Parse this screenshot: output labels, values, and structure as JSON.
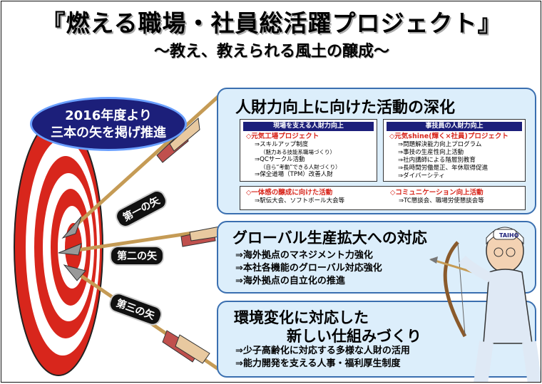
{
  "header": {
    "title": "『燃える職場・社員総活躍プロジェクト』",
    "subtitle": "〜教え、教えられる風土の醸成〜"
  },
  "intro_badge": {
    "line1": "2016年度より",
    "line2": "三本の矢を掲げ推進"
  },
  "arrows": {
    "first": "第一の矢",
    "second": "第二の矢",
    "third": "第三の矢"
  },
  "panel1": {
    "title": "人財力向上に向けた活動の深化",
    "left_box": {
      "header": "現場を支える人財力向上",
      "project": "◇元気工場プロジェクト",
      "items": [
        {
          "text": "⇒スキルアップ制度",
          "note": "（魅力ある技能系職場づくり）"
        },
        {
          "text": "⇒QCサークル活動",
          "note": "（自ら“考動”できる人財づくり）"
        },
        {
          "text": "⇒保全道場（TPM）改善人財",
          "note": ""
        }
      ]
    },
    "right_box": {
      "header": "事技員の人財力向上",
      "project": "◇元気shine(輝く×社員)プロジェクト",
      "items": [
        "⇒問題解決能力向上プログラム",
        "⇒事技の生産性向上活動",
        "⇒社内講師による階層別教育",
        "⇒長時間労働是正、年休取得促進",
        "⇒ダイバーシティ"
      ]
    },
    "bottom_box": {
      "left_title": "◇一体感の醸成に向けた活動",
      "left_item": "⇒駅伝大会、ソフトボール大会等",
      "right_title": "◇コミュニケーション向上活動",
      "right_item": "⇒TC懇談会、職場労使懇談会等"
    }
  },
  "panel2": {
    "title": "グローバル生産拡大への対応",
    "items": [
      "⇒海外拠点のマネジメント力強化",
      "⇒本社各機能のグローバル対応強化",
      "⇒海外拠点の自立化の推進"
    ]
  },
  "panel3": {
    "title_line1": "環境変化に対応した",
    "title_line2": "新しい仕組みづくり",
    "items": [
      "⇒少子高齢化に対応する多様な人財の活用",
      "⇒能力開発を支える人事・福利厚生制度"
    ]
  },
  "cap_logo": "TAIHO",
  "colors": {
    "target_red": "#d8261c",
    "navy": "#1c1f7a",
    "panel_bg": "#dceefb",
    "accent_red": "#d8261c"
  }
}
